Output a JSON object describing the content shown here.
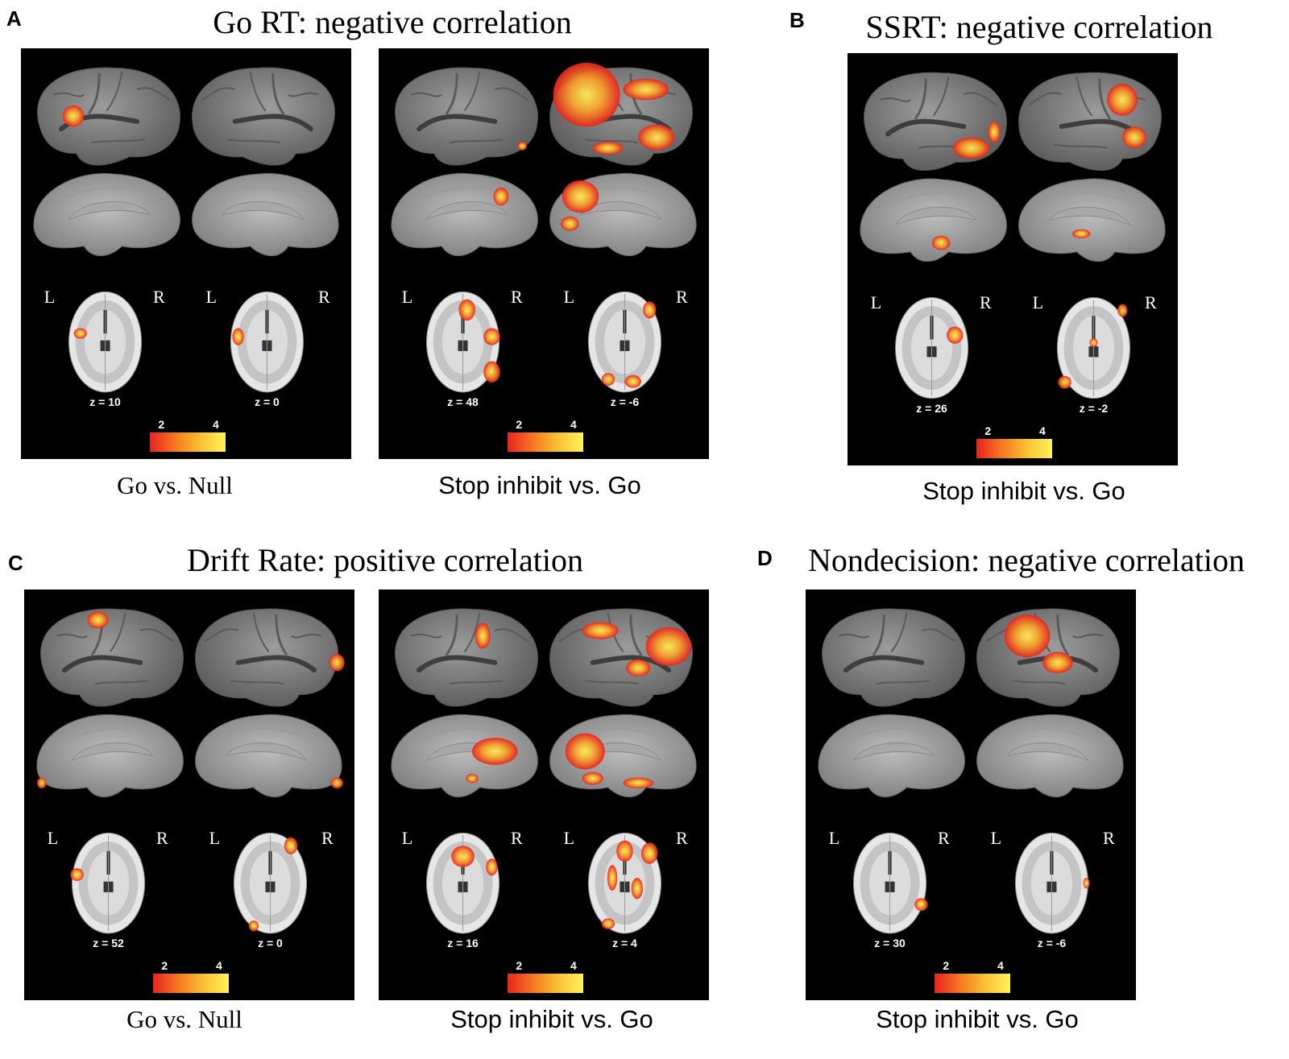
{
  "panels": [
    {
      "id": "A",
      "letter": "A",
      "title": "Go RT: negative correlation",
      "subpanels": [
        {
          "caption": "Go vs. Null",
          "caption_font": "serif",
          "z": [
            "z = 10",
            "z = 0"
          ]
        },
        {
          "caption": "Stop inhibit vs. Go",
          "caption_font": "sans",
          "z": [
            "z = 48",
            "z = -6"
          ]
        }
      ]
    },
    {
      "id": "B",
      "letter": "B",
      "title": "SSRT: negative correlation",
      "subpanels": [
        {
          "caption": "Stop inhibit vs. Go",
          "caption_font": "sans",
          "z": [
            "z = 26",
            "z = -2"
          ]
        }
      ]
    },
    {
      "id": "C",
      "letter": "C",
      "title": "Drift Rate: positive correlation",
      "subpanels": [
        {
          "caption": "Go vs. Null",
          "caption_font": "serif",
          "z": [
            "z = 52",
            "z = 0"
          ]
        },
        {
          "caption": "Stop inhibit vs. Go",
          "caption_font": "sans",
          "z": [
            "z = 16",
            "z = 4"
          ]
        }
      ]
    },
    {
      "id": "D",
      "letter": "D",
      "title": "Nondecision: negative correlation",
      "subpanels": [
        {
          "caption": "Stop inhibit vs. Go",
          "caption_font": "sans",
          "z": [
            "z = 30",
            "z = -6"
          ]
        }
      ]
    }
  ],
  "hemisphere_labels": {
    "left": "L",
    "right": "R"
  },
  "colorbar": {
    "min_label": "2",
    "max_label": "4",
    "colors": [
      "#e8231f",
      "#f5781f",
      "#f9c234",
      "#fff25a"
    ]
  }
}
